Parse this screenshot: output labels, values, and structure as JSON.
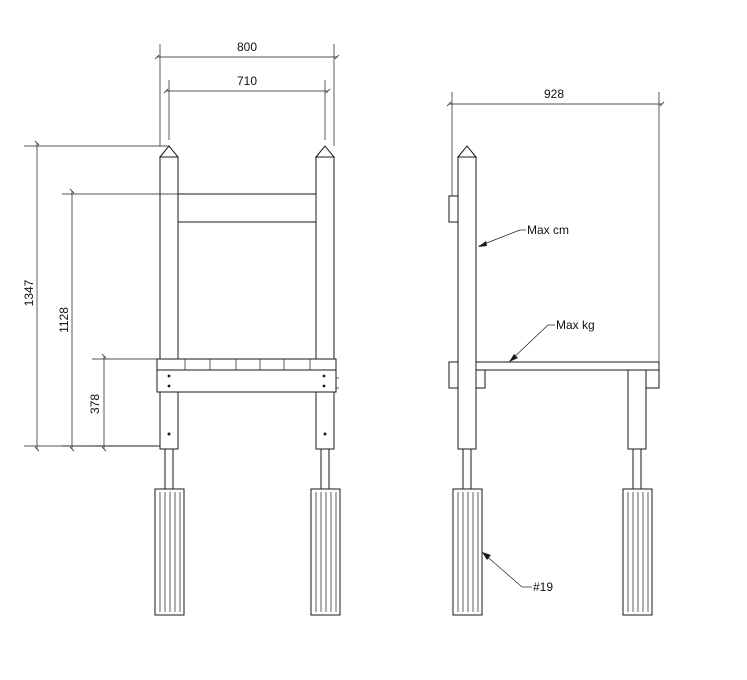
{
  "front_view": {
    "dimensions": {
      "overall_width": "800",
      "inner_width": "710",
      "total_height": "1347",
      "bar_height": "1128",
      "platform_height": "378"
    }
  },
  "side_view": {
    "dimensions": {
      "depth": "928"
    },
    "callouts": {
      "max_cm": "Max cm",
      "max_kg": "Max kg",
      "part_ref": "#19"
    }
  },
  "colors": {
    "line": "#1a1a1a",
    "background": "#ffffff"
  }
}
